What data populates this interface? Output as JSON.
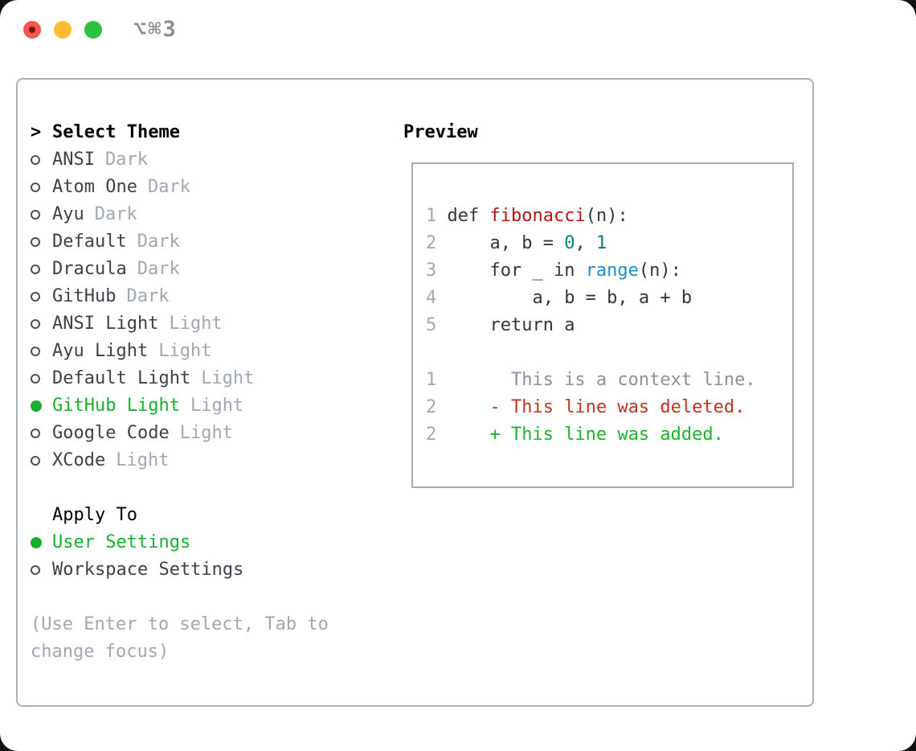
{
  "window": {
    "title": "⌥⌘3",
    "traffic_lights": [
      "close",
      "minimize",
      "zoom"
    ]
  },
  "theme_panel": {
    "title": "Select Theme",
    "cursor_glyph": ">",
    "themes": [
      {
        "name": "ANSI",
        "tag": "Dark",
        "selected": false
      },
      {
        "name": "Atom One",
        "tag": "Dark",
        "selected": false
      },
      {
        "name": "Ayu",
        "tag": "Dark",
        "selected": false
      },
      {
        "name": "Default",
        "tag": "Dark",
        "selected": false
      },
      {
        "name": "Dracula",
        "tag": "Dark",
        "selected": false
      },
      {
        "name": "GitHub",
        "tag": "Dark",
        "selected": false
      },
      {
        "name": "ANSI Light",
        "tag": "Light",
        "selected": false
      },
      {
        "name": "Ayu Light",
        "tag": "Light",
        "selected": false
      },
      {
        "name": "Default Light",
        "tag": "Light",
        "selected": false
      },
      {
        "name": "GitHub Light",
        "tag": "Light",
        "selected": true
      },
      {
        "name": "Google Code",
        "tag": "Light",
        "selected": false
      },
      {
        "name": "XCode",
        "tag": "Light",
        "selected": false
      }
    ],
    "apply_to": {
      "title": "Apply To",
      "options": [
        {
          "label": "User Settings",
          "selected": true
        },
        {
          "label": "Workspace Settings",
          "selected": false
        }
      ]
    },
    "hint_lines": [
      "(Use Enter to select, Tab to",
      "change focus)"
    ]
  },
  "preview": {
    "title": "Preview",
    "lines": [
      {
        "kind": "code",
        "tokens": [
          {
            "t": "1",
            "c": "ln"
          },
          {
            "t": " def ",
            "c": "plain"
          },
          {
            "t": "fibonacci",
            "c": "func"
          },
          {
            "t": "(n):",
            "c": "plain"
          }
        ]
      },
      {
        "kind": "code",
        "tokens": [
          {
            "t": "2",
            "c": "ln"
          },
          {
            "t": "     a, b = ",
            "c": "plain"
          },
          {
            "t": "0",
            "c": "num"
          },
          {
            "t": ", ",
            "c": "plain"
          },
          {
            "t": "1",
            "c": "num"
          }
        ]
      },
      {
        "kind": "code",
        "tokens": [
          {
            "t": "3",
            "c": "ln"
          },
          {
            "t": "     for _ in ",
            "c": "plain"
          },
          {
            "t": "range",
            "c": "builtin"
          },
          {
            "t": "(n):",
            "c": "plain"
          }
        ]
      },
      {
        "kind": "code",
        "tokens": [
          {
            "t": "4",
            "c": "ln"
          },
          {
            "t": "         a, b = b, a + b",
            "c": "plain"
          }
        ]
      },
      {
        "kind": "code",
        "tokens": [
          {
            "t": "5",
            "c": "ln"
          },
          {
            "t": "     return a",
            "c": "plain"
          }
        ]
      },
      {
        "kind": "blank",
        "tokens": []
      },
      {
        "kind": "diff-context",
        "tokens": [
          {
            "t": "1",
            "c": "ln"
          },
          {
            "t": "       This is a context line.",
            "c": "context"
          }
        ]
      },
      {
        "kind": "diff-deleted",
        "tokens": [
          {
            "t": "2",
            "c": "ln"
          },
          {
            "t": "     - This line was deleted.",
            "c": "deleted"
          }
        ]
      },
      {
        "kind": "diff-added",
        "tokens": [
          {
            "t": "2",
            "c": "ln"
          },
          {
            "t": "     + This line was added.",
            "c": "added"
          }
        ]
      }
    ]
  },
  "colors": {
    "selection_green": "#17b02e",
    "added_green": "#1cb428",
    "deleted_red": "#c5331f",
    "function_red": "#b01712",
    "builtin_blue": "#1e8ec9",
    "number_teal": "#0c7e82",
    "muted_gray": "#a0a8b4",
    "text_dark": "#3b424a",
    "panel_border": "#a9b1bb",
    "traffic_red": "#f4564e",
    "traffic_yellow": "#fcbd30",
    "traffic_green": "#29c13e"
  }
}
